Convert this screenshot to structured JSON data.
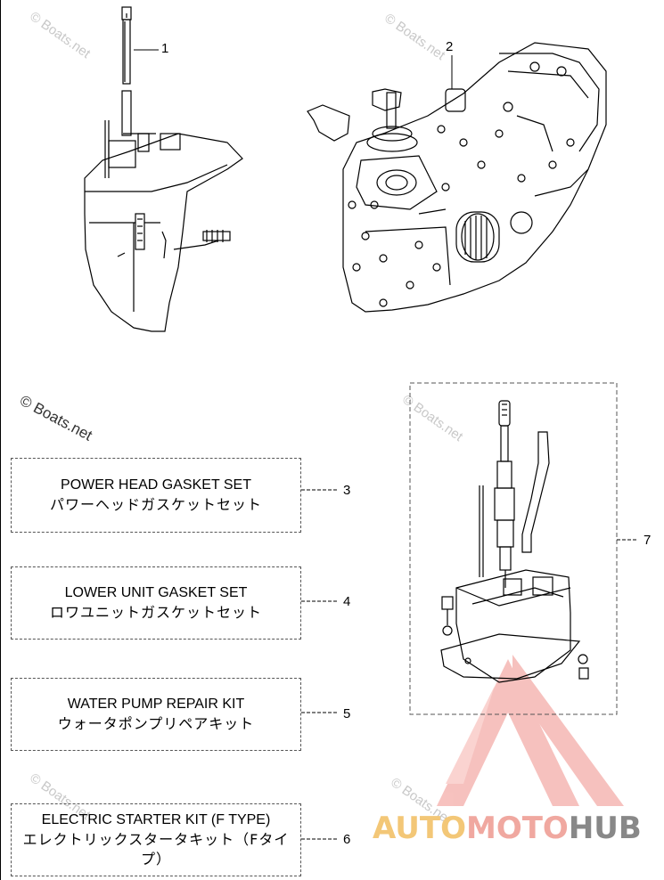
{
  "watermarks": {
    "text": "© Boats.net",
    "primary_text": "© Boats.net"
  },
  "callouts": {
    "c1": "1",
    "c2": "2",
    "c3": "3",
    "c4": "4",
    "c5": "5",
    "c6": "6",
    "c7": "7"
  },
  "kits": [
    {
      "en": "POWER HEAD GASKET SET",
      "ja": "パワーヘッドガスケットセット"
    },
    {
      "en": "LOWER UNIT GASKET SET",
      "ja": "ロワユニットガスケットセット"
    },
    {
      "en": "WATER PUMP REPAIR KIT",
      "ja": "ウォータポンプリペアキット"
    },
    {
      "en": "ELECTRIC STARTER KIT (F TYPE)",
      "ja": "エレクトリックスタータキット（Fタイプ）"
    }
  ],
  "logo": {
    "part1": "AUTO",
    "part2": "MOTO",
    "part3": "HUB"
  },
  "colors": {
    "logo_yellow": "#f3c777",
    "logo_red": "#f0a8a0",
    "logo_grey": "#888888",
    "watermark": "#c8c8c8"
  }
}
